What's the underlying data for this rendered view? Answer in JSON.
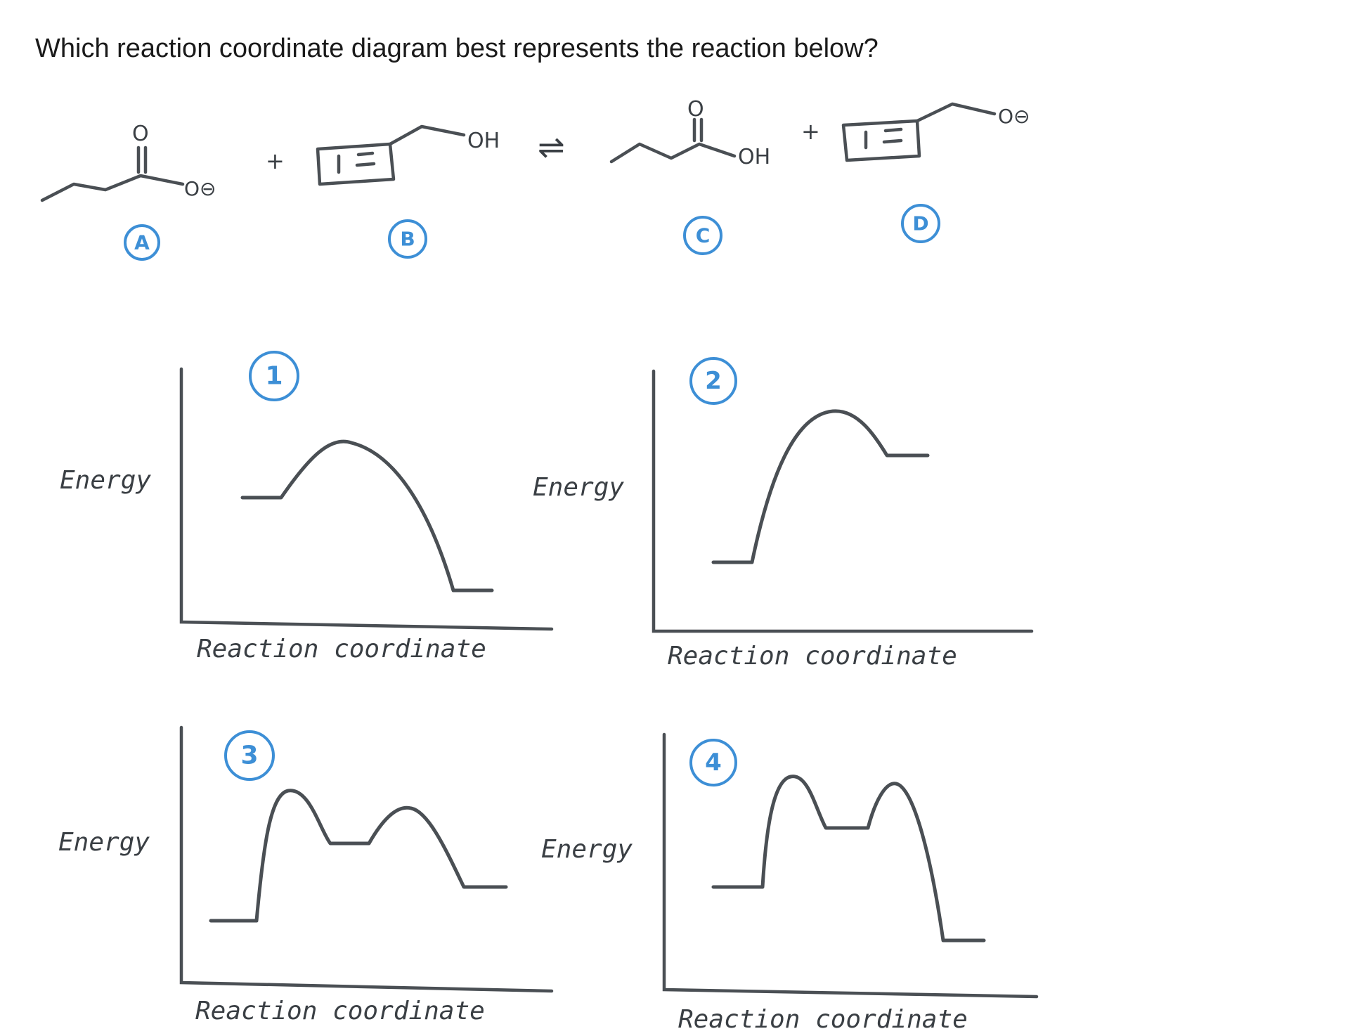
{
  "question": "Which reaction coordinate diagram best represents the reaction below?",
  "reaction": {
    "species_labels": [
      "A",
      "B",
      "C",
      "D"
    ],
    "atoms": {
      "O_top_A": "O",
      "O_minus_A": "O⊖",
      "plus": "+",
      "OH_B": "OH",
      "equilibrium": "⇌",
      "O_top_C": "O",
      "OH_C": "OH",
      "O_minus_D": "O⊖"
    }
  },
  "diagrams": [
    {
      "number": "1",
      "ylabel": "Energy",
      "xlabel": "Reaction coordinate"
    },
    {
      "number": "2",
      "ylabel": "Energy",
      "xlabel": "Reaction coordinate"
    },
    {
      "number": "3",
      "ylabel": "Energy",
      "xlabel": "Reaction coordinate"
    },
    {
      "number": "4",
      "ylabel": "Energy",
      "xlabel": "Reaction coordinate"
    }
  ],
  "colors": {
    "ink": "#4a4f54",
    "label_circle": "#3d8fd6"
  }
}
